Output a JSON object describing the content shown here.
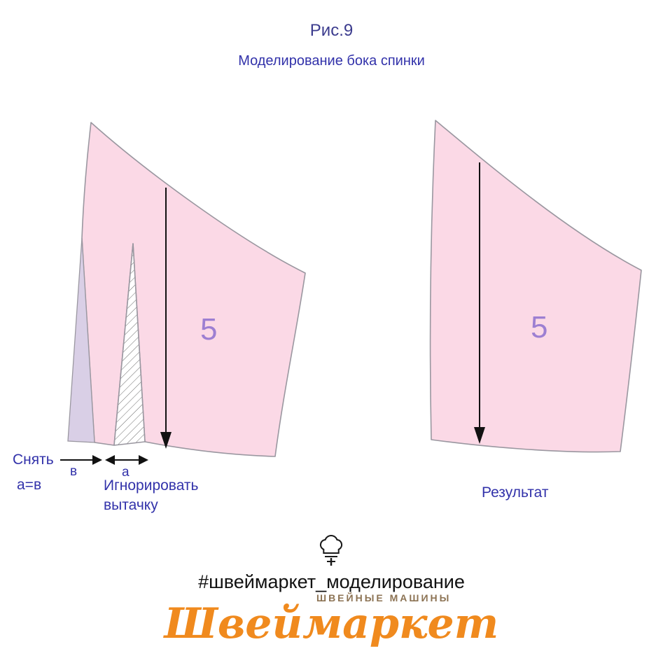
{
  "figure": {
    "title": "Рис.9",
    "subtitle": "Моделирование бока спинки"
  },
  "left_piece": {
    "number": "5",
    "labels": {
      "remove": "Снять",
      "equation": "а=в",
      "width_v": "в",
      "width_a": "а",
      "ignore_line1": "Игнорировать",
      "ignore_line2": "вытачку"
    }
  },
  "right_piece": {
    "number": "5",
    "caption": "Результат"
  },
  "footer": {
    "hashtag": "#швеймаркет_моделирование",
    "tagline": "ШВЕЙНЫЕ МАШИНЫ",
    "brand": "Швеймаркет",
    "logo_icon": "chef-hat-icon"
  },
  "colors": {
    "pattern_pink": "#fbd9e6",
    "pattern_outline": "#9a97a0",
    "closed_dart_lavender": "#d9cfe6",
    "dart_hatch": "#6b6b6b",
    "piece_number_purple": "#9d7fd2",
    "heading_indigo": "#3c3c8e",
    "label_blue": "#3232aa",
    "arrow_black": "#111111",
    "brand_orange": "#f08a1e",
    "tagline_brown": "#8c7354"
  }
}
